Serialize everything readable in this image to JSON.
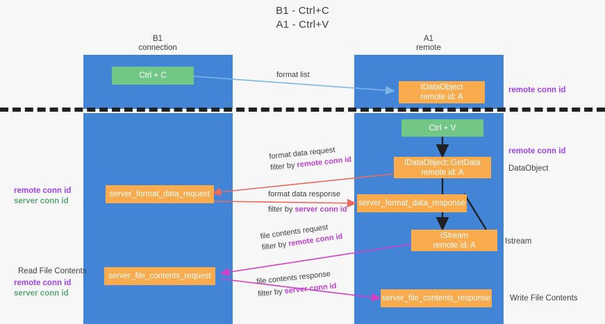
{
  "title": {
    "line1": "B1 - Ctrl+C",
    "line2": "A1 - Ctrl+V"
  },
  "columns": [
    {
      "name": "B1",
      "role": "connection"
    },
    {
      "name": "A1",
      "role": "remote"
    }
  ],
  "nodes": {
    "ctrl_c": {
      "line1": "Ctrl + C",
      "line2": ""
    },
    "idataobject": {
      "line1": "IDataObject",
      "line2": "remote id: A"
    },
    "ctrl_v": {
      "line1": "Ctrl + V",
      "line2": ""
    },
    "getdata": {
      "line1": "IDataObject::GetData",
      "line2": "remote id: A"
    },
    "server_format_data_request": {
      "line1": "server_format_data_request",
      "line2": ""
    },
    "server_format_data_response": {
      "line1": "server_format_data_response",
      "line2": ""
    },
    "istream": {
      "line1": "IStream",
      "line2": "remote id: A"
    },
    "server_file_contents_request": {
      "line1": "server_file_contents_request",
      "line2": ""
    },
    "server_file_contents_response": {
      "line1": "server_file_contents_response",
      "line2": ""
    }
  },
  "edge_labels": {
    "format_list": "format list",
    "format_data_request": "format data request",
    "format_data_request_filter_prefix": "filter by ",
    "format_data_request_filter_key": "remote conn id",
    "format_data_response": "format data response",
    "format_data_response_filter_prefix": "filter by ",
    "format_data_response_filter_key": "server conn id",
    "file_contents_request": "file contents request",
    "file_contents_request_filter_prefix": "filter by ",
    "file_contents_request_filter_key": "remote conn id",
    "file_contents_response": "file contents response",
    "file_contents_response_filter_prefix": "filter by ",
    "file_contents_response_filter_key": "server conn id"
  },
  "captions": {
    "right_remote_conn_id_top": "remote conn id",
    "right_remote_conn_id_mid": "remote conn id",
    "right_dataobject": "DataObject",
    "right_istream": "Istream",
    "right_write_file_contents": "Write File Contents",
    "left_remote_conn_id_mid": "remote conn id",
    "left_server_conn_id_mid": "server conn id",
    "left_read_file_contents": "Read File Contents",
    "left_remote_conn_id_bot": "remote conn id",
    "left_server_conn_id_bot": "server conn id"
  },
  "colors": {
    "lane": "#4285d6",
    "node_green": "#72c787",
    "node_orange": "#f9ab4e",
    "background": "#f7f7f7",
    "separator": "#202124",
    "arrow_blue": "#7bb8e8",
    "arrow_red": "#ea6a5e",
    "arrow_magenta": "#d63ec3",
    "arrow_dark": "#202124",
    "highlight_remote": "#a142f4",
    "highlight_server": "#5fa777",
    "label_key": "#c03fd6"
  }
}
